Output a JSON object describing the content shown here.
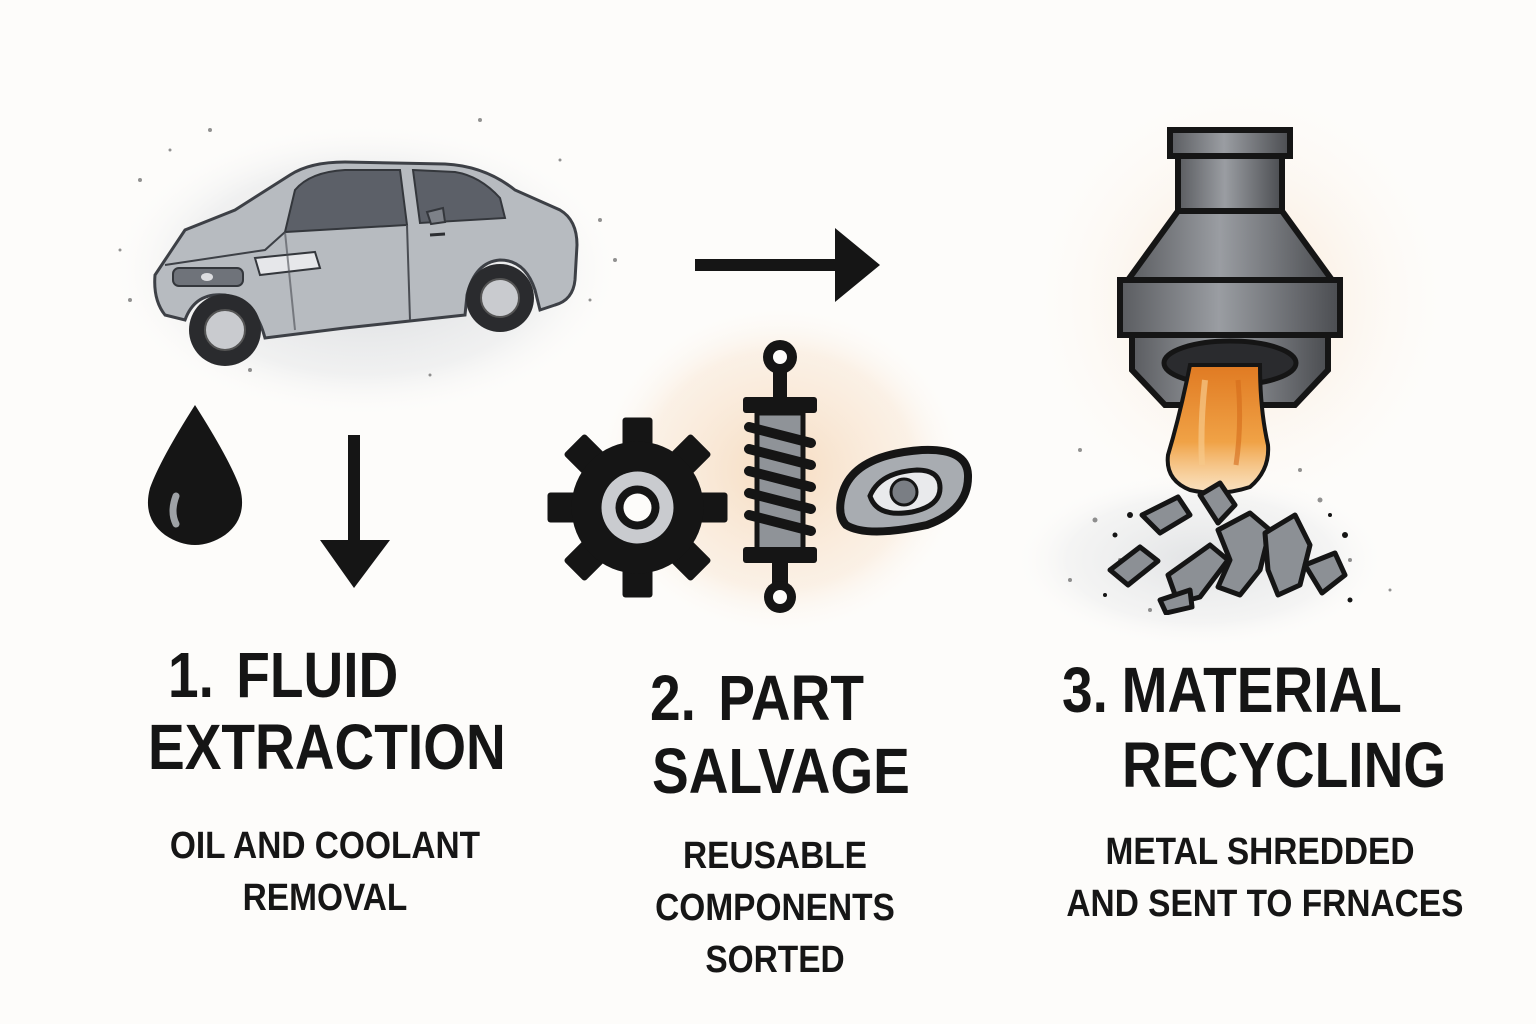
{
  "steps": [
    {
      "number": "1.",
      "title_line1": "FLUID",
      "title_line2": "EXTRACTION",
      "desc_line1": "OIL AND COOLANT",
      "desc_line2": "REMOVAL"
    },
    {
      "number": "2.",
      "title_line1": "PART",
      "title_line2": "SALVAGE",
      "desc_line1": "REUSABLE",
      "desc_line2": "COMPONENTS",
      "desc_line3": "SORTED"
    },
    {
      "number": "3.",
      "title_line1": "MATERIAL",
      "title_line2": "RECYCLING",
      "desc_line1": "METAL SHREDDED",
      "desc_line2": "AND SENT TO FRNACES"
    }
  ],
  "icons": {
    "step1": [
      "car-icon",
      "oil-drop-icon",
      "down-arrow-icon"
    ],
    "step2": [
      "gear-icon",
      "shock-absorber-icon",
      "headlight-icon"
    ],
    "step3": [
      "shredder-hopper-icon",
      "metal-scrap-icon"
    ],
    "connector": "right-arrow-icon"
  },
  "colors": {
    "ink": "#151515",
    "accent_orange": "#e8913a",
    "wash_orange": "#f6dcc0",
    "car_grey": "#a9adb2"
  }
}
